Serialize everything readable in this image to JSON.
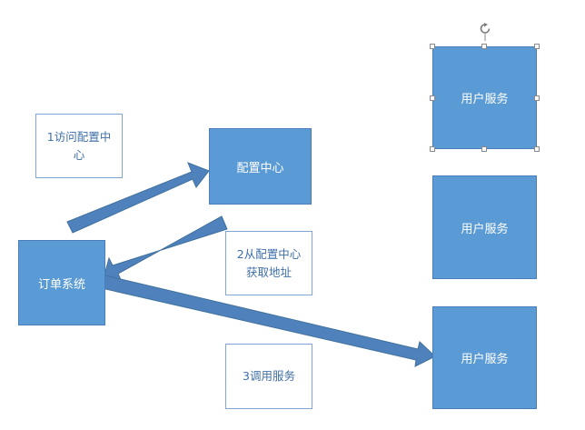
{
  "nodes": {
    "order_system": "订单系统",
    "config_center": "配置中心",
    "user_service_1": "用户服务",
    "user_service_2": "用户服务",
    "user_service_3": "用户服务"
  },
  "notes": {
    "step1": "1访问配置中心",
    "step2": "2从配置中心获取地址",
    "step3": "3调用服务"
  },
  "colors": {
    "node_fill": "#5b9bd5",
    "arrow_fill": "#4f81bd",
    "note_text": "#3f6fa8"
  },
  "icons": {
    "selection": "rotate-handle-icon"
  }
}
